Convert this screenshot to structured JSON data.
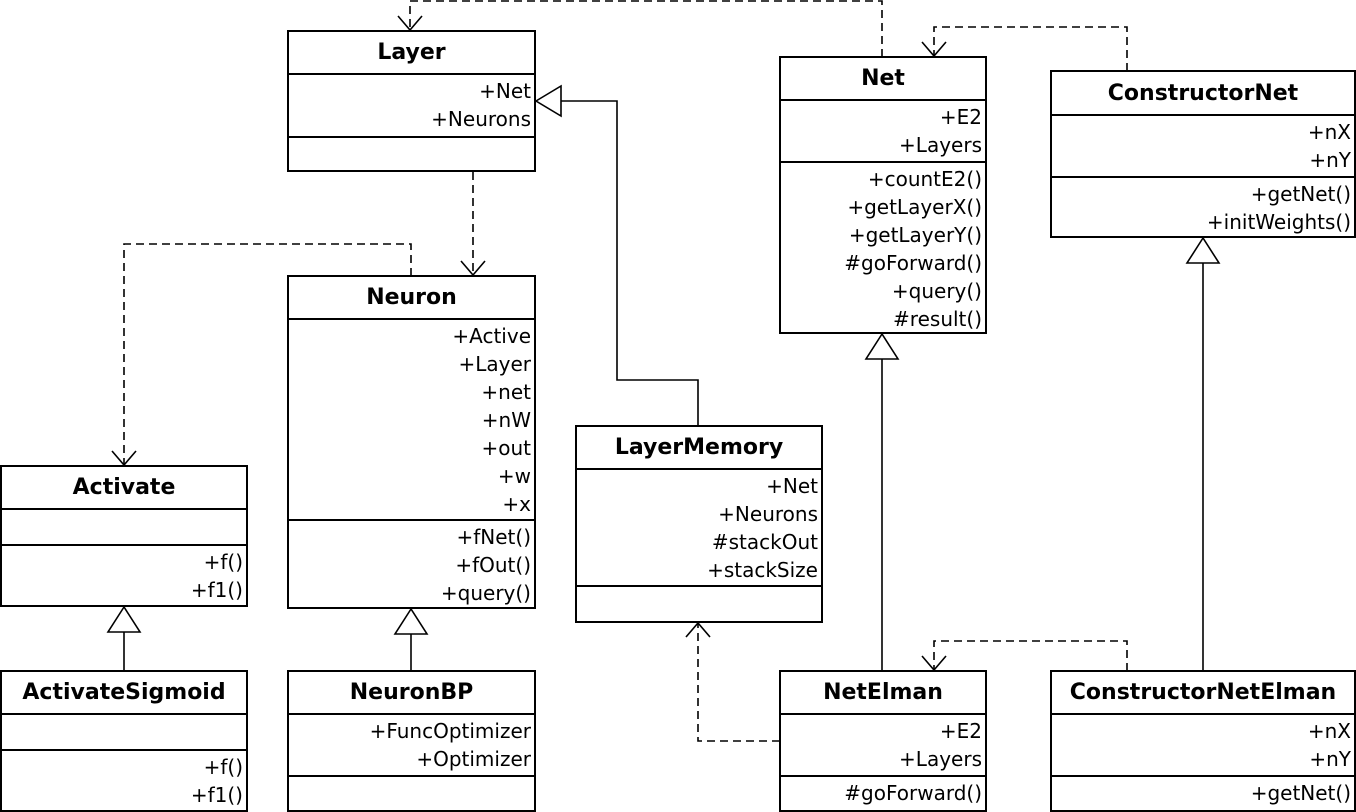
{
  "classes": {
    "layer": {
      "name": "Layer",
      "attributes": [
        "+Net",
        "+Neurons"
      ],
      "operations": []
    },
    "net": {
      "name": "Net",
      "attributes": [
        "+E2",
        "+Layers"
      ],
      "operations": [
        "+countE2()",
        "+getLayerX()",
        "+getLayerY()",
        "#goForward()",
        "+query()",
        "#result()"
      ]
    },
    "constructor_net": {
      "name": "ConstructorNet",
      "attributes": [
        "+nX",
        "+nY"
      ],
      "operations": [
        "+getNet()",
        "+initWeights()"
      ]
    },
    "neuron": {
      "name": "Neuron",
      "attributes": [
        "+Active",
        "+Layer",
        "+net",
        "+nW",
        "+out",
        "+w",
        "+x"
      ],
      "operations": [
        "+fNet()",
        "+fOut()",
        "+query()"
      ]
    },
    "layer_memory": {
      "name": "LayerMemory",
      "attributes": [
        "+Net",
        "+Neurons",
        "#stackOut",
        "+stackSize"
      ],
      "operations": []
    },
    "activate": {
      "name": "Activate",
      "attributes": [],
      "operations": [
        "+f()",
        "+f1()"
      ]
    },
    "activate_sigmoid": {
      "name": "ActivateSigmoid",
      "attributes": [],
      "operations": [
        "+f()",
        "+f1()"
      ]
    },
    "neuron_bp": {
      "name": "NeuronBP",
      "attributes": [
        "+FuncOptimizer",
        "+Optimizer"
      ],
      "operations": []
    },
    "net_elman": {
      "name": "NetElman",
      "attributes": [
        "+E2",
        "+Layers"
      ],
      "operations": [
        "#goForward()"
      ]
    },
    "constructor_net_elman": {
      "name": "ConstructorNetElman",
      "attributes": [
        "+nX",
        "+nY"
      ],
      "operations": [
        "+getNet()"
      ]
    }
  },
  "relations": [
    {
      "type": "dependency",
      "from": "net",
      "to": "layer"
    },
    {
      "type": "dependency",
      "from": "constructor_net",
      "to": "net"
    },
    {
      "type": "dependency",
      "from": "layer",
      "to": "neuron"
    },
    {
      "type": "dependency",
      "from": "neuron",
      "to": "activate"
    },
    {
      "type": "generalization",
      "from": "layer_memory",
      "to": "layer"
    },
    {
      "type": "generalization",
      "from": "activate_sigmoid",
      "to": "activate"
    },
    {
      "type": "generalization",
      "from": "neuron_bp",
      "to": "neuron"
    },
    {
      "type": "generalization",
      "from": "net_elman",
      "to": "net"
    },
    {
      "type": "generalization",
      "from": "constructor_net_elman",
      "to": "constructor_net"
    },
    {
      "type": "dependency",
      "from": "net_elman",
      "to": "layer_memory"
    },
    {
      "type": "dependency",
      "from": "constructor_net_elman",
      "to": "net_elman"
    }
  ]
}
